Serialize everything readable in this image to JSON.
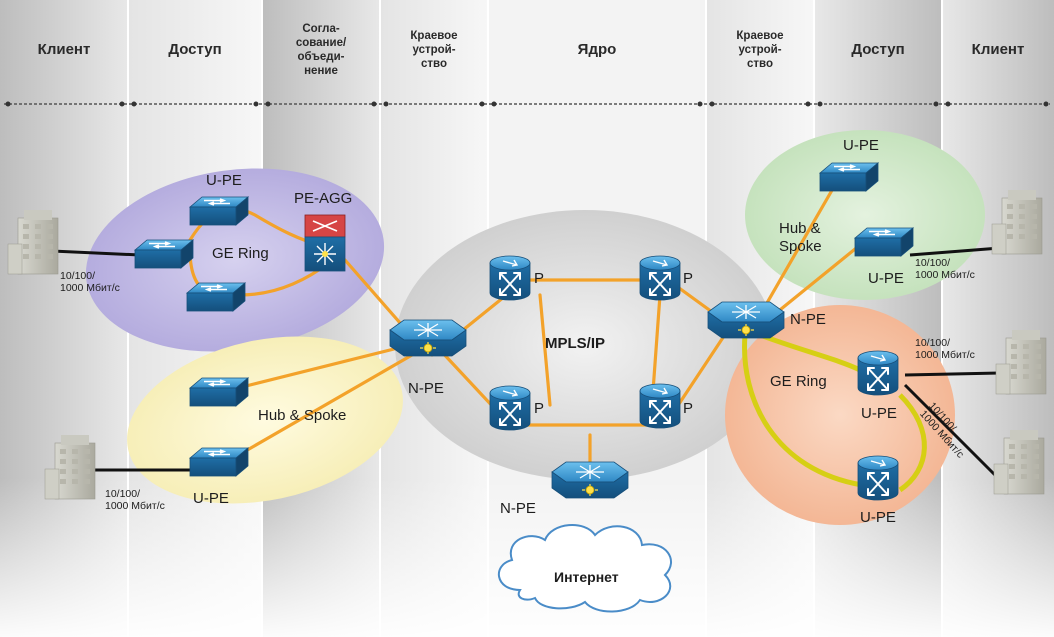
{
  "columns": {
    "client_left": "Клиент",
    "access_left": "Доступ",
    "aggregation": "Согла-\nсование/\nобъеди-\nнение",
    "edge_left": "Краевое\nустрой-\nство",
    "core": "Ядро",
    "edge_right": "Краевое\nустрой-\nство",
    "access_right": "Доступ",
    "client_right": "Клиент"
  },
  "labels": {
    "upe_top_left": "U-PE",
    "pe_agg": "PE-AGG",
    "ge_ring_left": "GE Ring",
    "speed_left_top": "10/100/\n1000 Мбит/с",
    "hub_spoke_left": "Hub & Spoke",
    "npe_left": "N-PE",
    "speed_left_bottom": "10/100/\n1000 Мбит/с",
    "upe_bottom_left": "U-PE",
    "p_1": "P",
    "p_2": "P",
    "p_3": "P",
    "p_4": "P",
    "mpls_ip": "MPLS/IP",
    "npe_bottom": "N-PE",
    "internet": "Интернет",
    "upe_top_right": "U-PE",
    "hub_spoke_right": "Hub &\nSpoke",
    "upe_mid_right": "U-PE",
    "speed_right_top": "10/100/\n1000 Мбит/с",
    "npe_right": "N-PE",
    "speed_right_mid": "10/100/\n1000 Мбит/с",
    "ge_ring_right": "GE Ring",
    "upe_right_ring_top": "U-PE",
    "speed_right_diag": "10/100/\n1000 Мбит/с",
    "upe_right_ring_bottom": "U-PE"
  },
  "colors": {
    "link": "#f3a22a",
    "ring_right": "#d9d21a",
    "device": "#1e6fa8",
    "device_light": "#4aa3d8",
    "zone_purple": "#b9b2e0",
    "zone_yellow": "#fbf5c4",
    "zone_green": "#cfe8c9",
    "zone_salmon": "#f6c3a5",
    "core_cloud": "#d4d4d4"
  },
  "icons": [
    "switch-icon",
    "router-icon",
    "agg-switch-icon",
    "building-icon",
    "cloud-icon"
  ]
}
